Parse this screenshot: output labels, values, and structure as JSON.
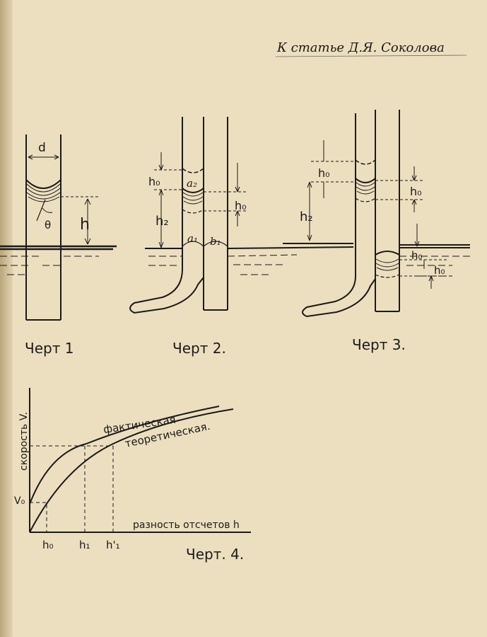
{
  "header": {
    "caption": "К статье Д.Я. Соколова"
  },
  "fig1": {
    "caption": "Черт 1",
    "labels": {
      "d": "d",
      "theta": "θ",
      "h": "h"
    }
  },
  "fig2": {
    "caption": "Черт 2.",
    "labels": {
      "h0": "h₀",
      "a2": "a₂",
      "h2": "h₂",
      "a1": "a₁",
      "b1": "b₁",
      "h0_right": "h₀"
    }
  },
  "fig3": {
    "caption": "Черт 3.",
    "labels": {
      "h0_left": "h₀",
      "h0_right": "h₀",
      "h2": "h₂",
      "h0_lower1": "h₀",
      "h0_lower2": "h₀"
    }
  },
  "fig4": {
    "caption": "Черт. 4.",
    "ylabel": "скорость V.",
    "xlabel": "разность отсчетов h",
    "y_tick": "V₀",
    "x_ticks": [
      "h₀",
      "h₁",
      "h'₁"
    ],
    "curves": [
      "фактическая",
      "теоретическая."
    ]
  },
  "colors": {
    "paper": "#ebdfc0",
    "ink": "#1d1a17"
  }
}
